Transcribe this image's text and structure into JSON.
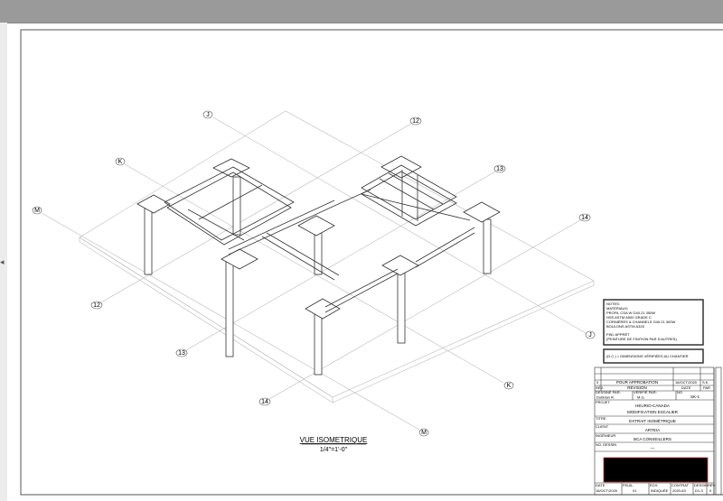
{
  "viewer": {
    "prev_page_icon": "chevron-left-icon"
  },
  "drawing": {
    "title": "VUE ISOMETRIQUE",
    "scale": "1/4\"=1'-0\"",
    "grid_labels": [
      "J",
      "12",
      "K",
      "13",
      "M",
      "14",
      "12",
      "J",
      "13",
      "K",
      "14",
      "M"
    ]
  },
  "notes": {
    "lines": [
      "NOTES:",
      "MATÉRIAUX:",
      "PROFIL CSA W G40.21 350W",
      "HSS ASTM A500 GRADE C",
      "CORNIÈRES & CHANNELS G40.21 300W",
      "BOULONS ASTM A325",
      "",
      "FINI: APPRÊT",
      "(PEINTURE DE FINITION PAR D'AUTRES)"
    ],
    "field_note": "(D.C.) = DIMENSIONS VÉRIFIÉES AU CHANTIER"
  },
  "title_block": {
    "rev_no": "0",
    "rev_desc": "POUR APPROBATION",
    "rev_date": "16/OCT/2020",
    "rev_by": "S.K.",
    "hdr_rev": "RÉV.",
    "hdr_desc": "RÉVISION",
    "hdr_date": "DATE",
    "hdr_by": "PAR",
    "drawn_label": "DESSINÉ PAR:",
    "drawn": "Dubidan R.",
    "checked_label": "VÉRIFIÉ PAR:",
    "checked": "M.G.",
    "no_label": "NO",
    "drawing_no": "SK-1",
    "project_label": "PROJET",
    "project_1": "HEURIO-CANADA",
    "project_2": "MODIFICATION ESCALIER",
    "title_label": "TITRE",
    "title": "EXTRAIT ISOMÉTRIQUE",
    "client_label": "CLIENT",
    "client": "ARTEIA",
    "engineer_label": "INGÉNIEUR",
    "engineer": "BCA CONSEILLERS",
    "other_label": "NO. DESSIN",
    "other": "—",
    "date_label": "DATE",
    "date": "16/OCT/2020",
    "sheet_label": "FEUIL.",
    "sheet": "01",
    "scale_label": "ÉCH.",
    "scale": "INDIQUÉE",
    "job_label": "CONTRAT",
    "job": "2020-63",
    "dwg_label": "DESSIN",
    "dwg": "D1-3",
    "rev_label": "RÉV.",
    "rev": "0"
  },
  "colors": {
    "toolbar": "#9a9a9a",
    "redacted": "#000000",
    "redacted_border": "#c03030"
  }
}
